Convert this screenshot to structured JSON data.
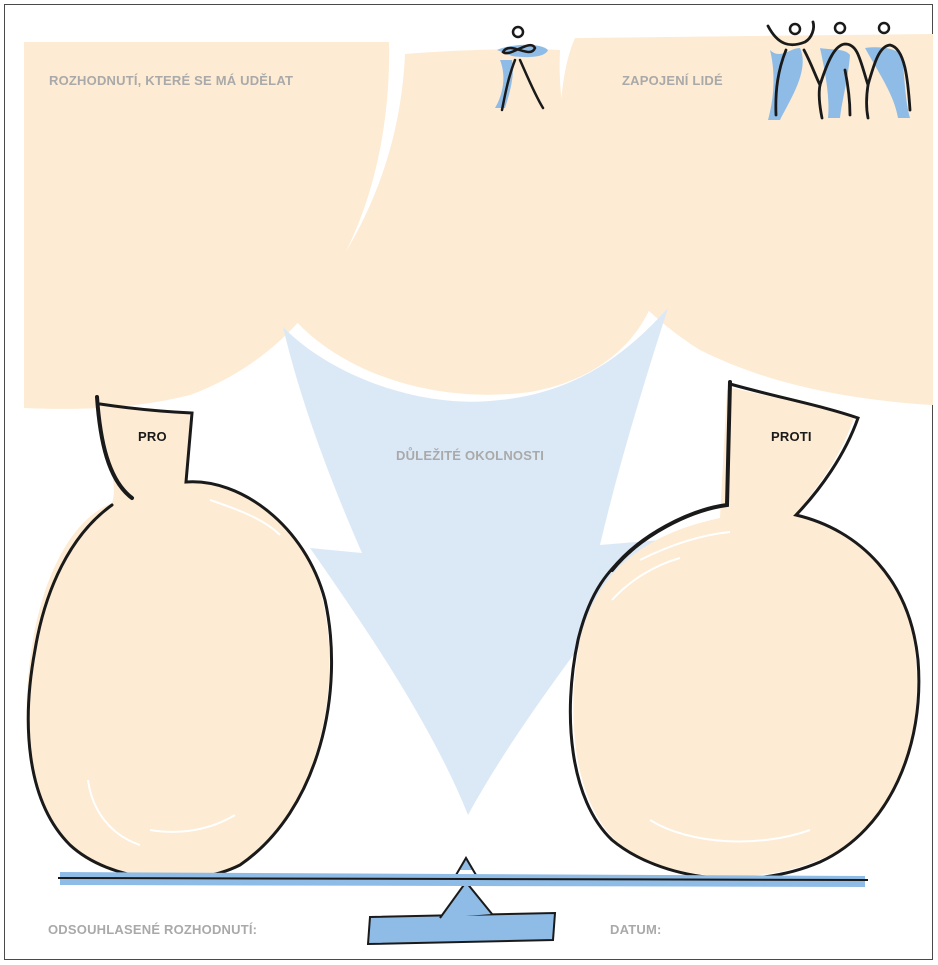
{
  "labels": {
    "decision": "ROZHODNUTÍ, KTERÉ SE MÁ UDĚLAT",
    "people": "ZAPOJENÍ LIDÉ",
    "circumstances": "DŮLEŽITÉ OKOLNOSTI",
    "pro": "PRO",
    "con": "PROTI",
    "agreed": "ODSOUHLASENÉ ROZHODNUTÍ:",
    "date": "DATUM:"
  },
  "colors": {
    "peach": "#fdebd3",
    "blue": "#dbe9f7",
    "beam_blue": "#8fbce6",
    "ink": "#1a1a1a",
    "label_grey": "#a9a9a9"
  },
  "icons": [
    "single-person-icon",
    "group-of-people-icon"
  ]
}
